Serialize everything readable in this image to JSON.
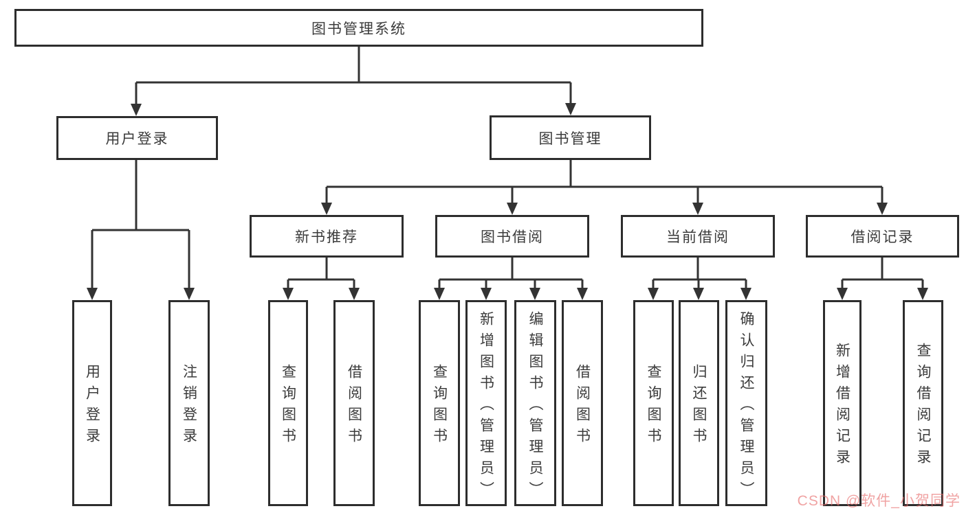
{
  "diagram_title": "图书管理系统",
  "watermark": "CSDN @软件_小贺同学",
  "colors": {
    "line": "#333333",
    "box_border": "#2d2d2d",
    "text": "#3b3b3b",
    "watermark": "#e76a6a",
    "background": "#ffffff"
  },
  "tree": {
    "root": "图书管理系统",
    "children": [
      {
        "label": "用户登录",
        "children": [
          "用户登录",
          "注销登录"
        ]
      },
      {
        "label": "图书管理",
        "children": [
          {
            "label": "新书推荐",
            "children": [
              "查询图书",
              "借阅图书"
            ]
          },
          {
            "label": "图书借阅",
            "children": [
              "查询图书",
              "新增图书（管理员）",
              "编辑图书（管理员）",
              "借阅图书"
            ]
          },
          {
            "label": "当前借阅",
            "children": [
              "查询图书",
              "归还图书",
              "确认归还（管理员）"
            ]
          },
          {
            "label": "借阅记录",
            "children": [
              "新增借阅记录",
              "查询借阅记录"
            ]
          }
        ]
      }
    ]
  }
}
